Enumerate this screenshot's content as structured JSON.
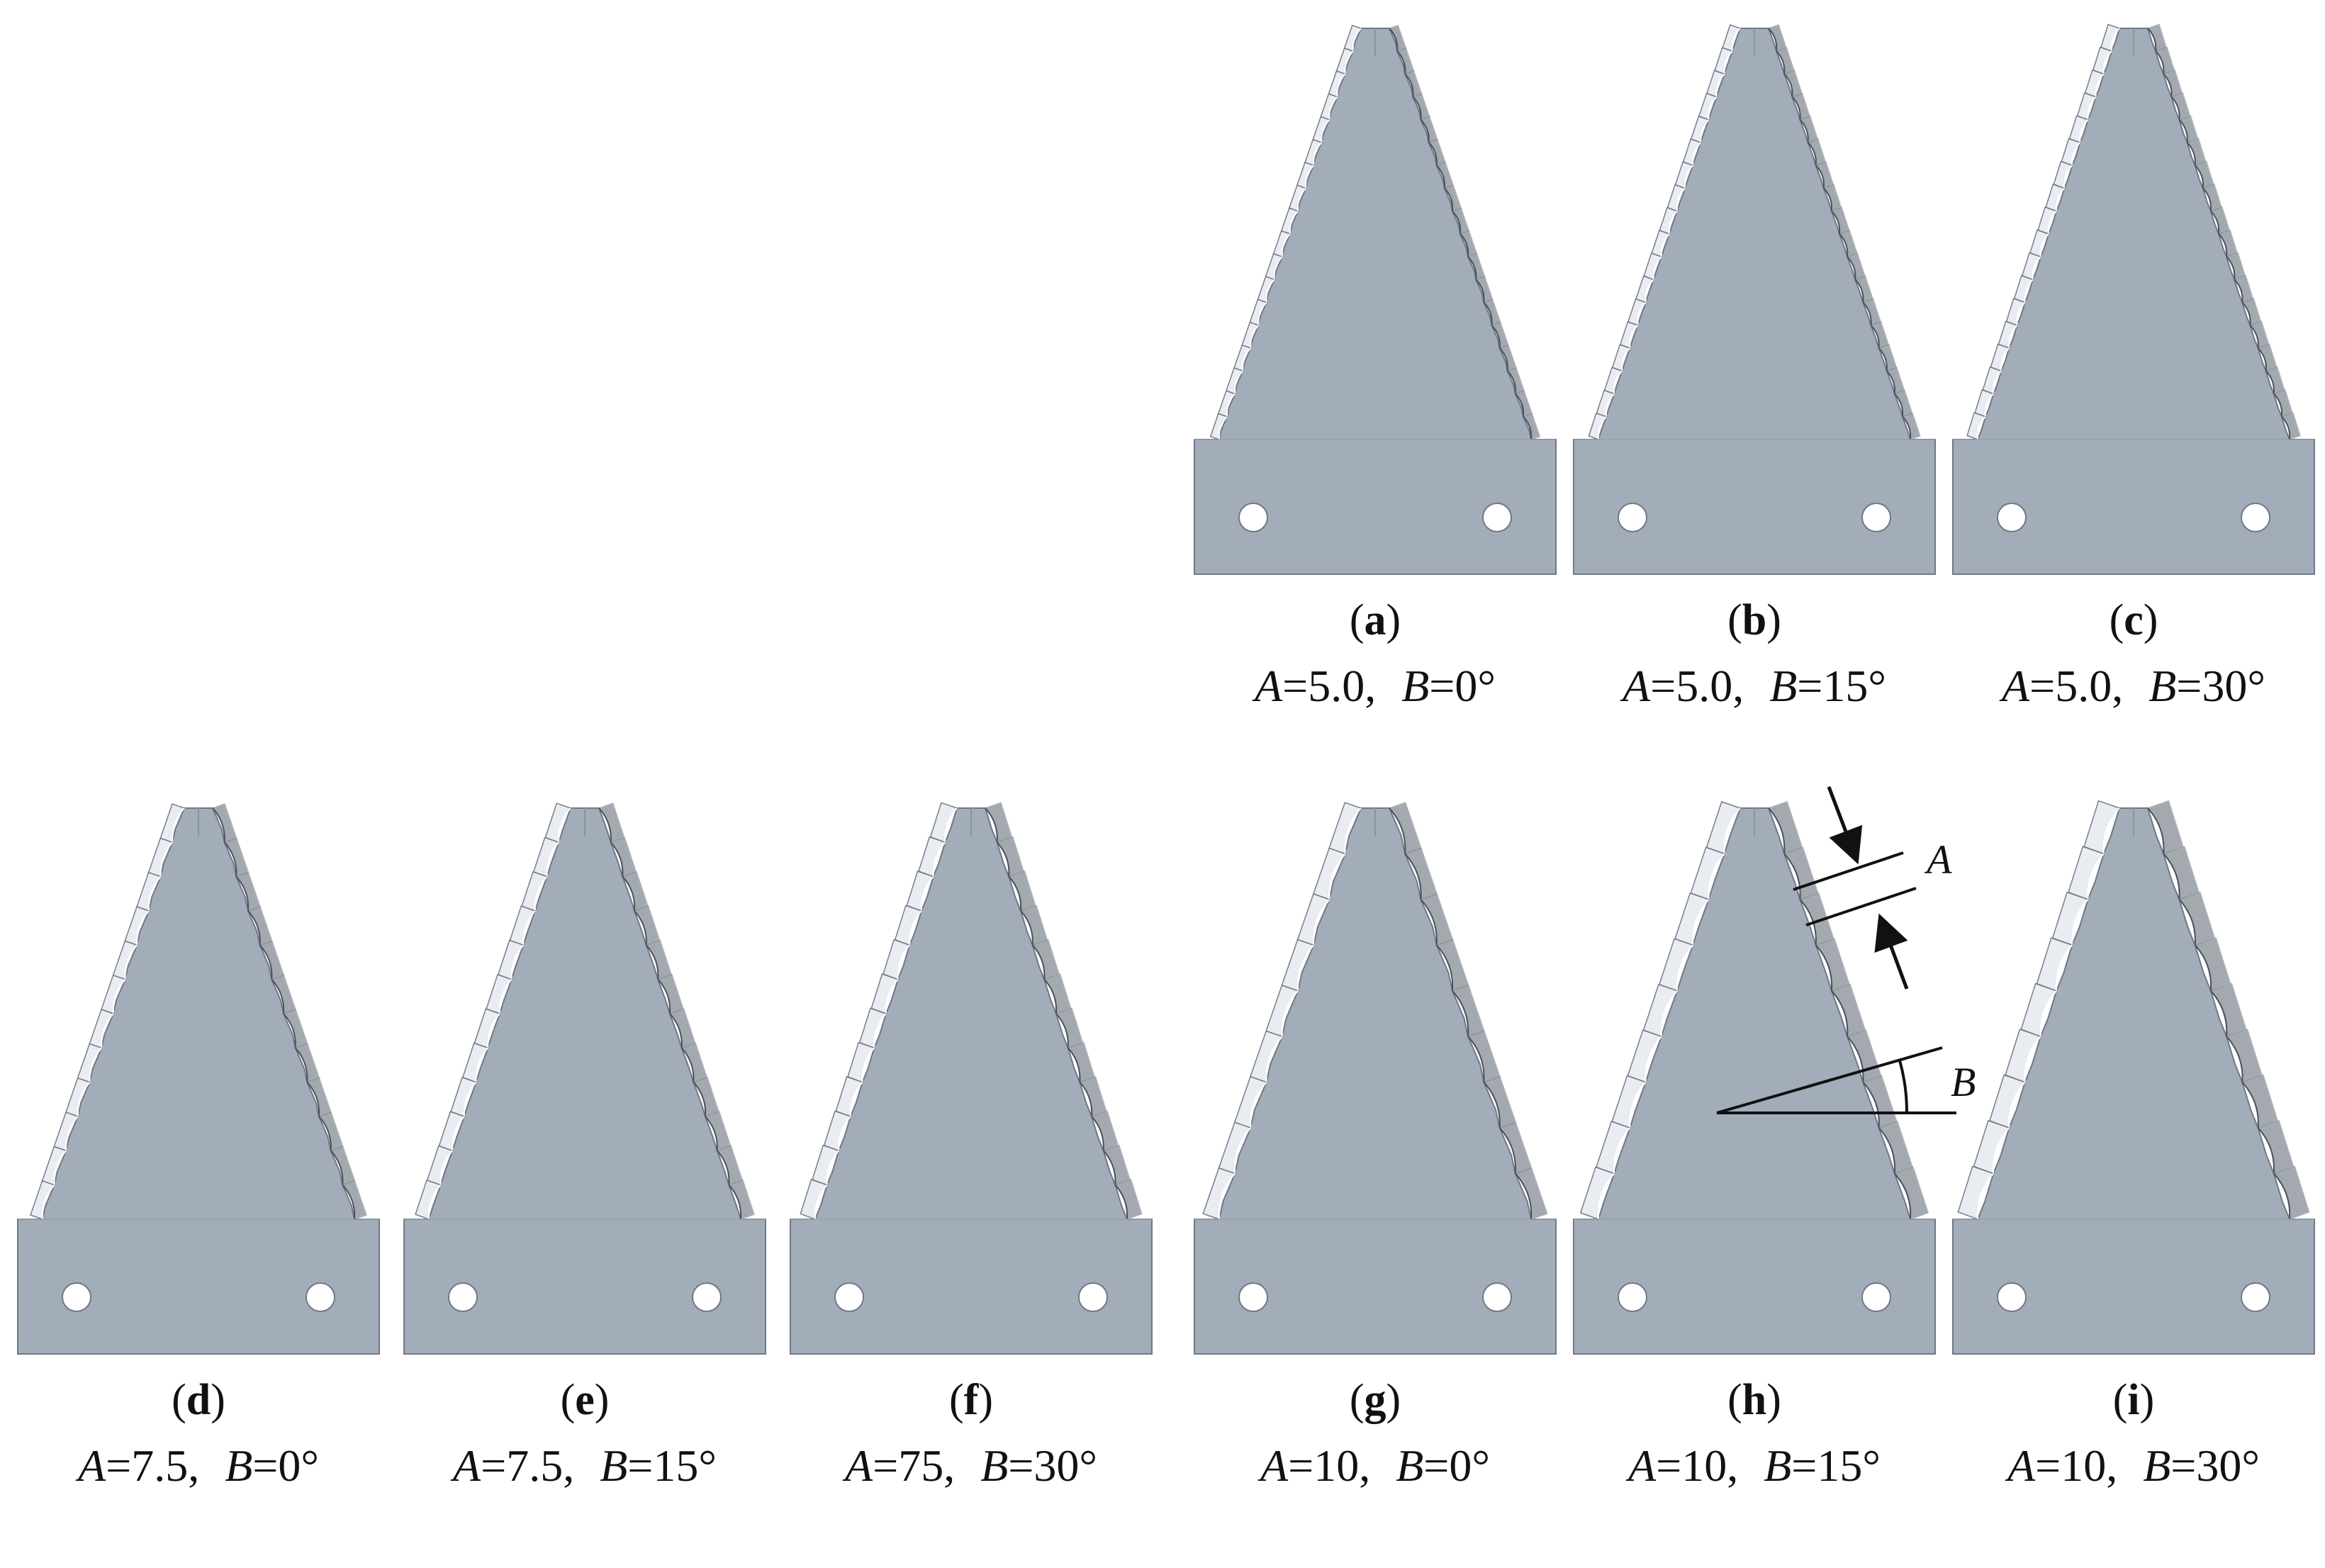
{
  "panels": [
    {
      "id": "a",
      "letter": "a",
      "A_sym": "A",
      "A_val": "=5.0,",
      "B_sym": "B",
      "B_val": "=0°",
      "teeth": 18,
      "tilt": 0,
      "depth": 13
    },
    {
      "id": "b",
      "letter": "b",
      "A_sym": "A",
      "A_val": "=5.0,",
      "B_sym": "B",
      "B_val": "=15°",
      "teeth": 18,
      "tilt": 15,
      "depth": 13
    },
    {
      "id": "c",
      "letter": "c",
      "A_sym": "A",
      "A_val": "=5.0,",
      "B_sym": "B",
      "B_val": "=30°",
      "teeth": 18,
      "tilt": 30,
      "depth": 13
    },
    {
      "id": "d",
      "letter": "d",
      "A_sym": "A",
      "A_val": "=7.5,",
      "B_sym": "B",
      "B_val": "=0°",
      "teeth": 12,
      "tilt": 0,
      "depth": 18
    },
    {
      "id": "e",
      "letter": "e",
      "A_sym": "A",
      "A_val": "=7.5,",
      "B_sym": "B",
      "B_val": "=15°",
      "teeth": 12,
      "tilt": 15,
      "depth": 18
    },
    {
      "id": "f",
      "letter": "f",
      "A_sym": "A",
      "A_val": "=75,",
      "B_sym": "B",
      "B_val": "=30°",
      "teeth": 12,
      "tilt": 30,
      "depth": 18
    },
    {
      "id": "g",
      "letter": "g",
      "A_sym": "A",
      "A_val": "=10,",
      "B_sym": "B",
      "B_val": "=0°",
      "teeth": 9,
      "tilt": 0,
      "depth": 24
    },
    {
      "id": "h",
      "letter": "h",
      "A_sym": "A",
      "A_val": "=10,",
      "B_sym": "B",
      "B_val": "=15°",
      "teeth": 9,
      "tilt": 15,
      "depth": 24
    },
    {
      "id": "i",
      "letter": "i",
      "A_sym": "A",
      "A_val": "=10,",
      "B_sym": "B",
      "B_val": "=30°",
      "teeth": 9,
      "tilt": 30,
      "depth": 24
    }
  ],
  "annotation": {
    "A_label": "A",
    "B_label": "B"
  },
  "colors": {
    "blade": "#a3adb9",
    "blade_edge": "#6f7886",
    "serration_light": "#e8ecf1",
    "serration_dark": "#5b6370",
    "hole": "#ffffff",
    "ink": "#111111"
  }
}
